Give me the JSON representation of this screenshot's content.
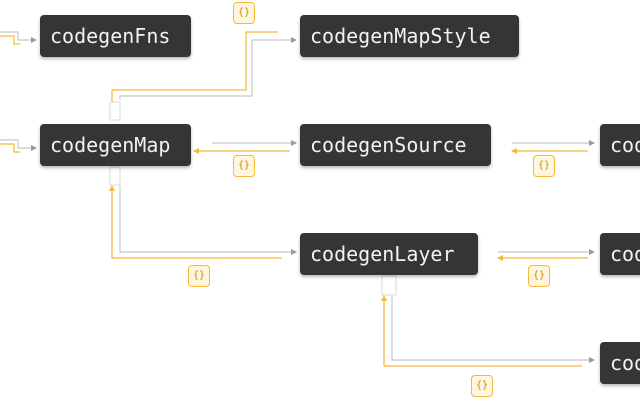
{
  "nodes": {
    "codegenFns": "codegenFns",
    "codegenMapStyle": "codegenMapStyle",
    "codegenMap": "codegenMap",
    "codegenSource": "codegenSource",
    "codegenLayer": "codegenLayer",
    "offscreen_1": "cod",
    "offscreen_2": "cod",
    "offscreen_3": "cod"
  },
  "badge_label": "{}",
  "colors": {
    "node_bg": "#353535",
    "node_text": "#f2f2f2",
    "edge_gray": "#c8c8c8",
    "edge_accent": "#f5b83a",
    "badge_bg": "#fff6dd"
  }
}
